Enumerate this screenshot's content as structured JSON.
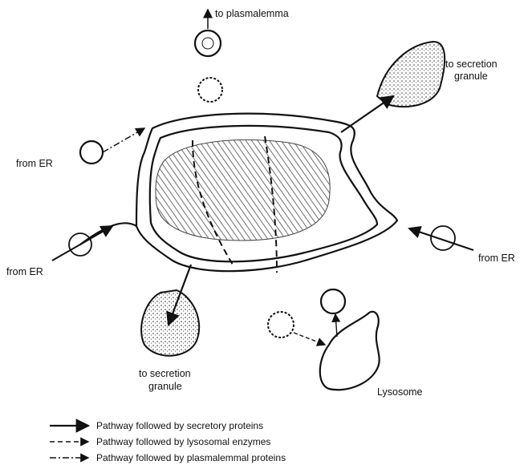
{
  "labels": {
    "to_plasmalemma": "to plasmalemma",
    "to_secretion_granule_top": [
      "to secretion",
      "granule"
    ],
    "to_secretion_granule_bottom": [
      "to secretion",
      "granule"
    ],
    "from_er_left_upper": "from ER",
    "from_er_left_lower": "from ER",
    "from_er_right": "from ER",
    "lysosome": "Lysosome"
  },
  "legend": [
    {
      "style": "solid",
      "text": "Pathway followed by secretory proteins"
    },
    {
      "style": "dashed",
      "text": "Pathway followed by lysosomal enzymes"
    },
    {
      "style": "dash-dot",
      "text": "Pathway followed by plasmalemmal proteins"
    }
  ],
  "colors": {
    "ink": "#111111",
    "background": "#ffffff"
  }
}
